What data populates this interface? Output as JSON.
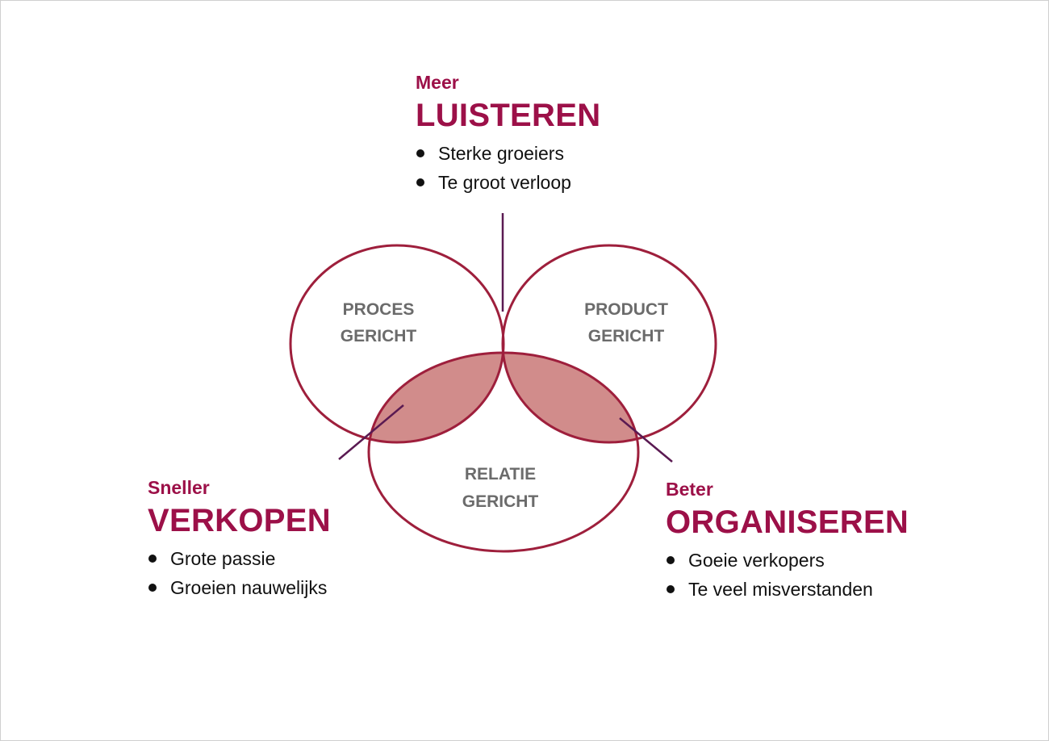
{
  "colors": {
    "accent": "#9c1048",
    "circle_stroke": "#9e1f3c",
    "overlap_fill": "#d18c8b",
    "center_fill": "#bfbfc2",
    "pointer_line": "#5a1a52",
    "set_label": "#6b6b6b",
    "body_text": "#111111"
  },
  "sets": {
    "proces": {
      "line1": "PROCES",
      "line2": "GERICHT"
    },
    "product": {
      "line1": "PRODUCT",
      "line2": "GERICHT"
    },
    "relatie": {
      "line1": "RELATIE",
      "line2": "GERICHT"
    }
  },
  "callouts": {
    "top": {
      "kicker": "Meer",
      "headline": "LUISTEREN",
      "bullets": [
        "Sterke groeiers",
        "Te groot verloop"
      ]
    },
    "left": {
      "kicker": "Sneller",
      "headline": "VERKOPEN",
      "bullets": [
        "Grote passie",
        "Groeien nauwelijks"
      ]
    },
    "right": {
      "kicker": "Beter",
      "headline": "ORGANISEREN",
      "bullets": [
        "Goeie verkopers",
        "Te veel misverstanden"
      ]
    }
  }
}
